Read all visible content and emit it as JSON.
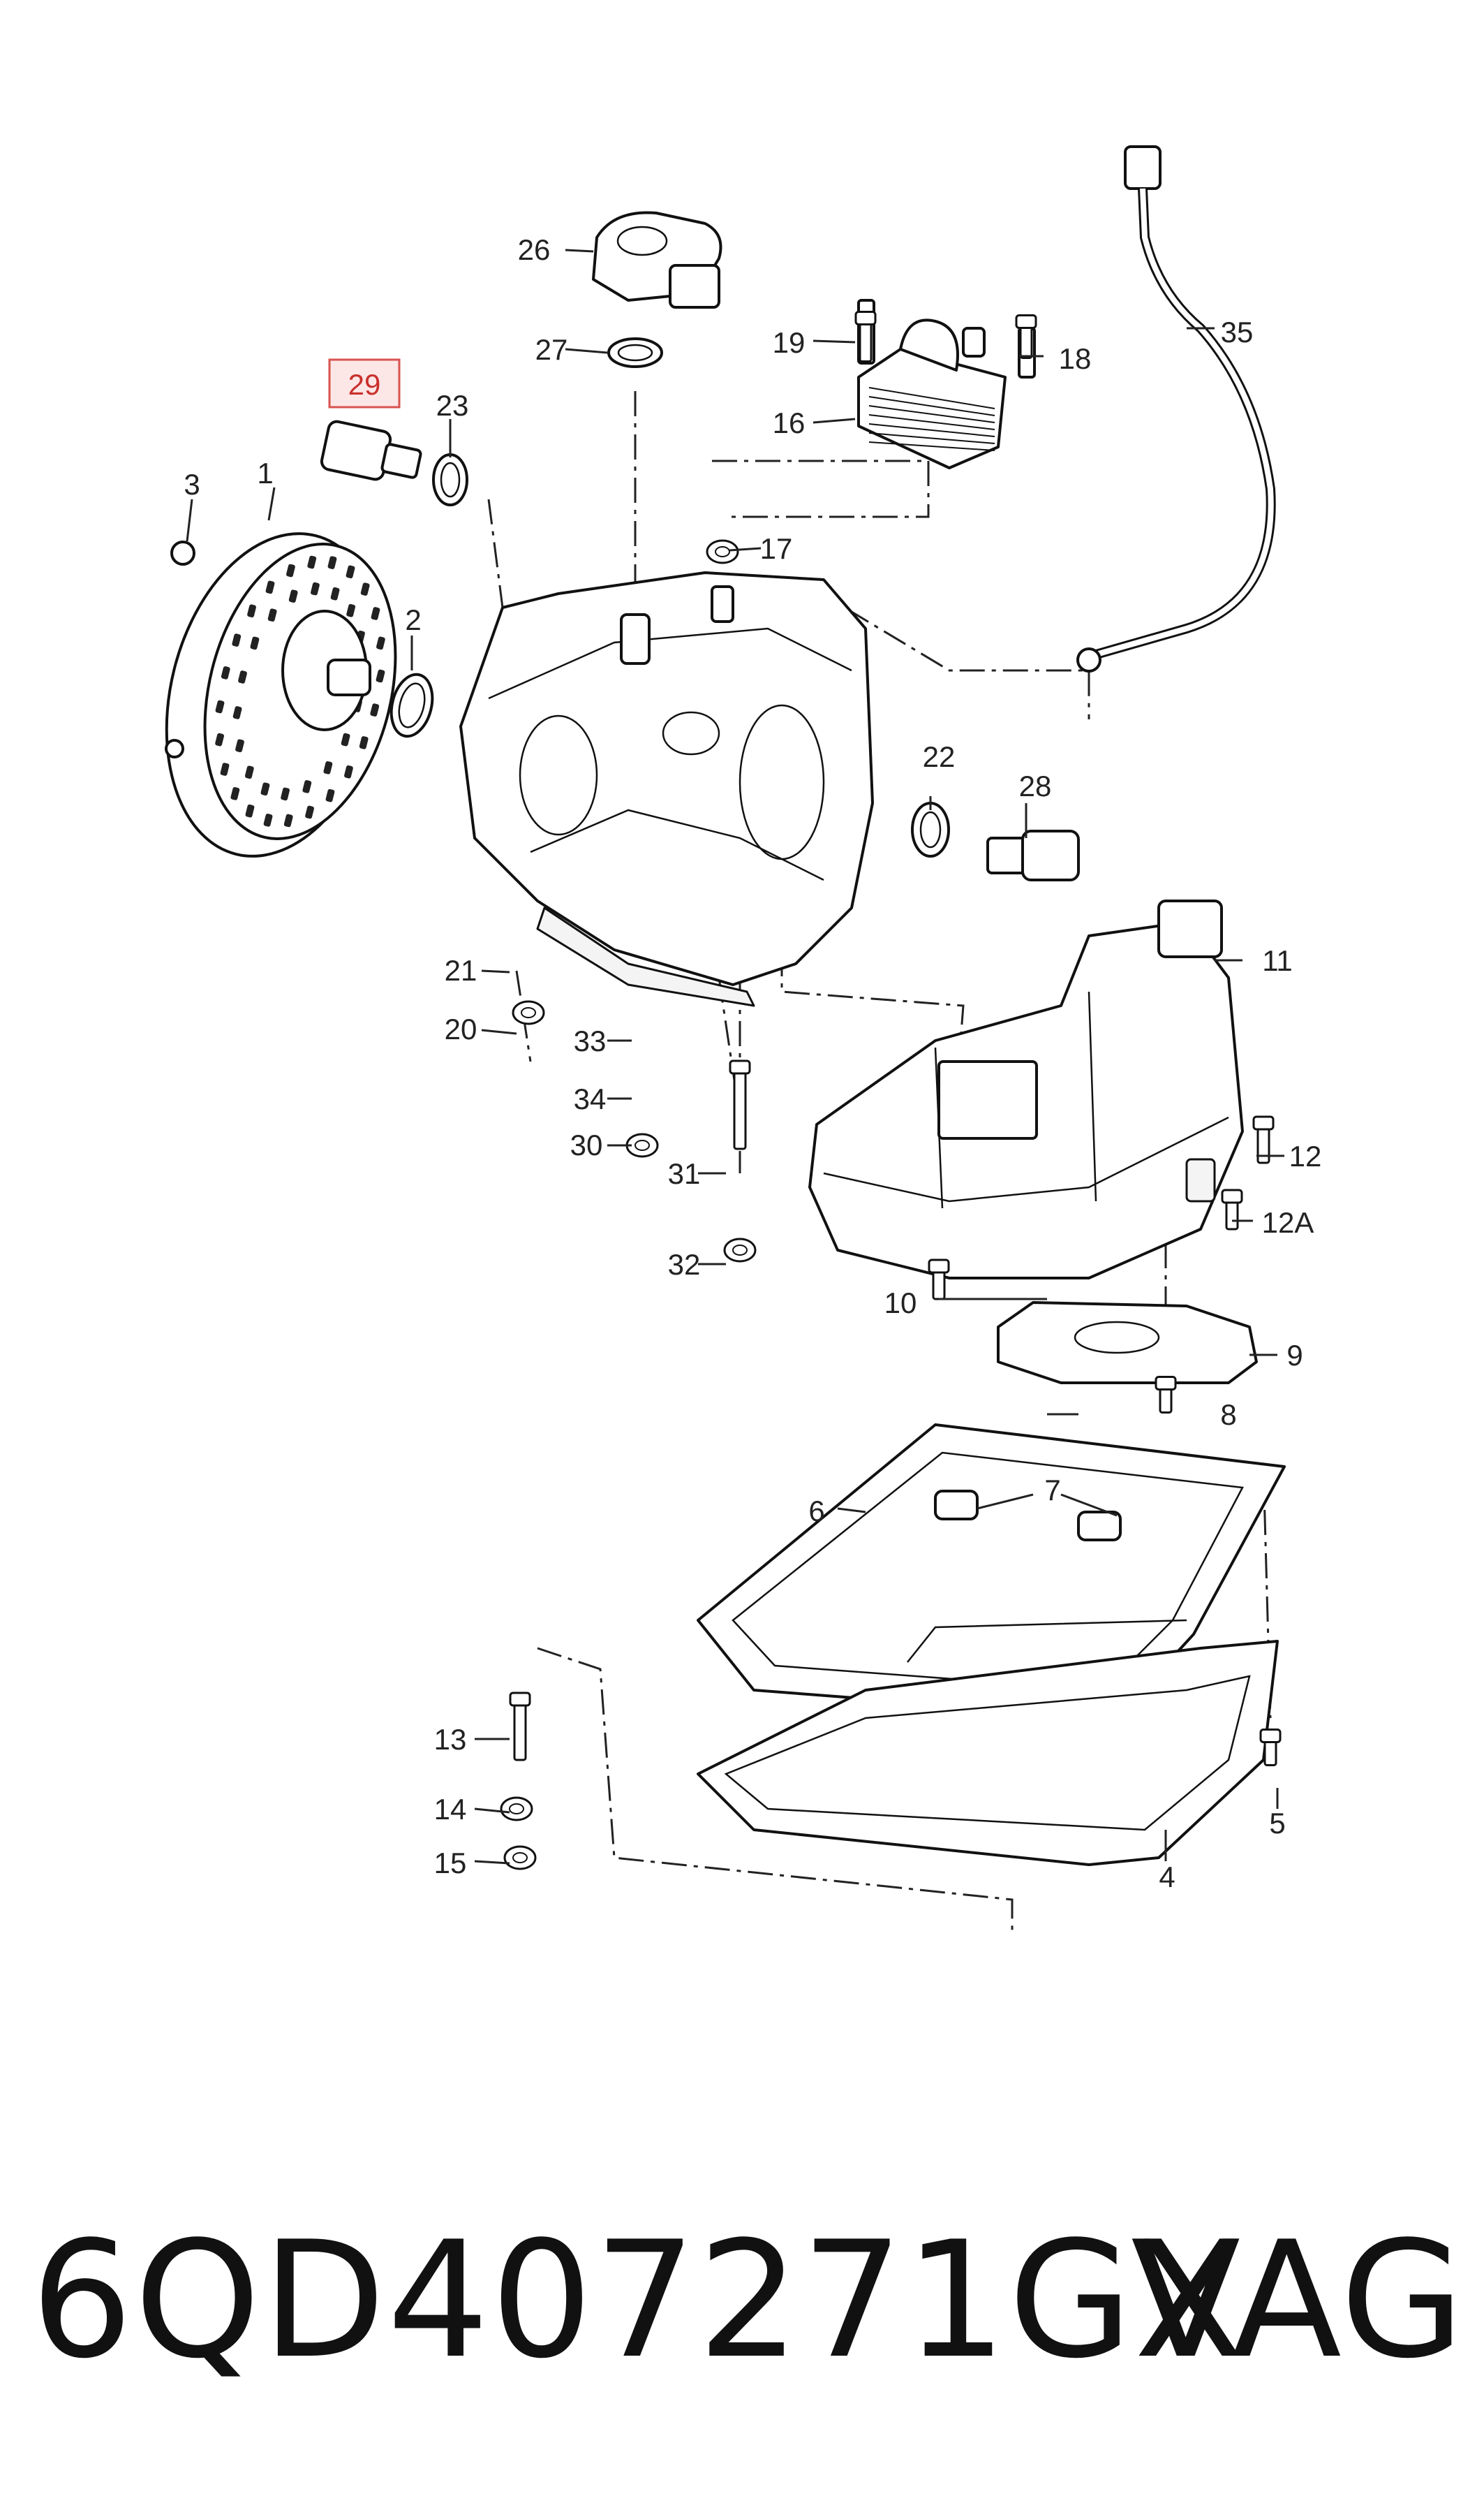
{
  "title": {
    "part_number": "6QD407271GX",
    "brand": "VAG"
  },
  "highlighted_callout": "29",
  "callouts": [
    "1",
    "2",
    "3",
    "4",
    "5",
    "6",
    "7",
    "8",
    "9",
    "10",
    "11",
    "12",
    "12A",
    "13",
    "14",
    "15",
    "16",
    "17",
    "18",
    "19",
    "20",
    "21",
    "22",
    "23",
    "26",
    "27",
    "28",
    "29",
    "30",
    "31",
    "32",
    "33",
    "34",
    "35"
  ],
  "colors": {
    "highlight_fill": "#fde6e6",
    "highlight_border": "#d9534f",
    "ink": "#222222"
  }
}
